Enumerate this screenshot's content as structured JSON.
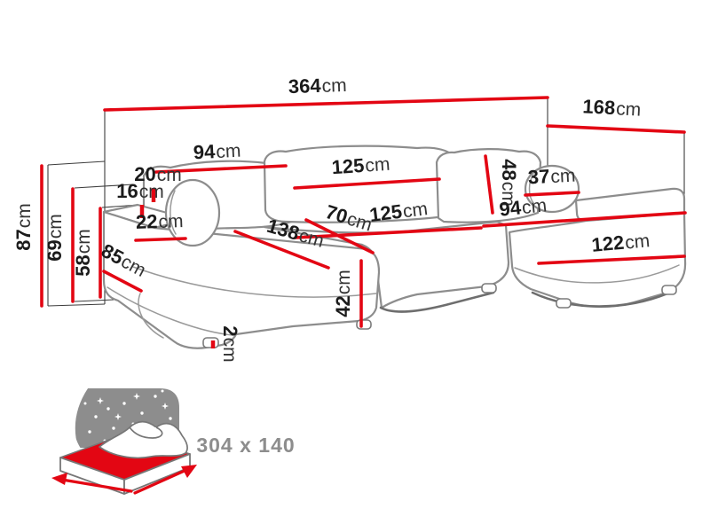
{
  "diagram": {
    "accent_color": "#e30613",
    "outline_color": "#8d8d8d",
    "text_color": "#1b1b1b",
    "icon_color": "#8d8d8d",
    "dims": {
      "total_width": {
        "v": "364",
        "u": "cm"
      },
      "total_depth": {
        "v": "168",
        "u": "cm"
      },
      "backrest_left_width": {
        "v": "94",
        "u": "cm"
      },
      "backrest_center_width": {
        "v": "125",
        "u": "cm"
      },
      "backrest_height": {
        "v": "48",
        "u": "cm"
      },
      "bolster_diameter": {
        "v": "37",
        "u": "cm"
      },
      "armrest_pillow_height": {
        "v": "20",
        "u": "cm"
      },
      "armrest_inner_height": {
        "v": "16",
        "u": "cm"
      },
      "armrest_width": {
        "v": "22",
        "u": "cm"
      },
      "seat_depth": {
        "v": "70",
        "u": "cm"
      },
      "seat_center_width": {
        "v": "125",
        "u": "cm"
      },
      "seat_right_width": {
        "v": "94",
        "u": "cm"
      },
      "chaise_left_length": {
        "v": "138",
        "u": "cm"
      },
      "chaise_right_length": {
        "v": "122",
        "u": "cm"
      },
      "chaise_width": {
        "v": "85",
        "u": "cm"
      },
      "total_height": {
        "v": "87",
        "u": "cm"
      },
      "armrest_height": {
        "v": "69",
        "u": "cm"
      },
      "seat_height": {
        "v": "58",
        "u": "cm"
      },
      "base_height": {
        "v": "42",
        "u": "cm"
      },
      "leg_height": {
        "v": "2",
        "u": "cm"
      }
    },
    "sleeping_area": {
      "label": "304 x 140"
    }
  }
}
